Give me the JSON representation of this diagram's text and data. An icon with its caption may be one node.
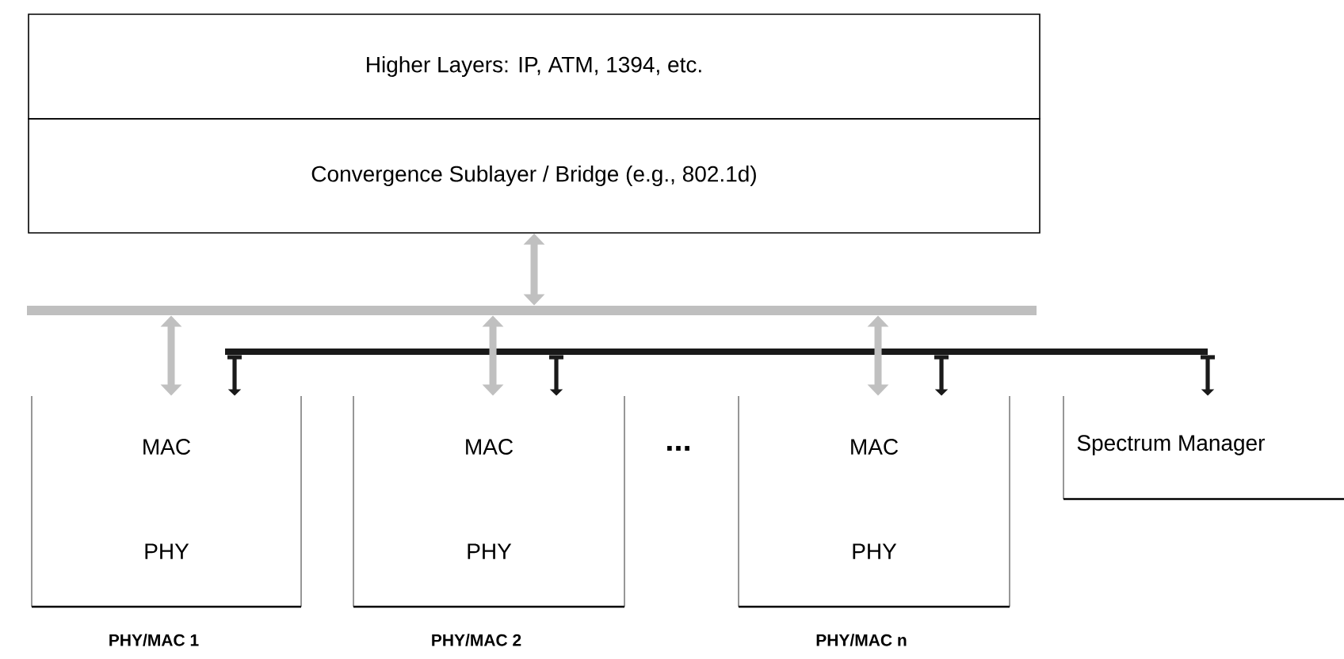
{
  "diagram": {
    "nodes": [
      {
        "text": [
          "Higher Layers: IP, ATM, 1394, etc."
        ]
      },
      {
        "text": [
          "Convergence Sublayer / Bridge (e.g., 802.1d)"
        ]
      },
      {
        "text": [],
        "shape": "bar"
      },
      {
        "text": [],
        "shape": "bar"
      },
      {
        "text": [
          "MAC",
          "PHY"
        ],
        "beside": [
          "PHY/MAC 1"
        ]
      },
      {
        "text": [
          "MAC",
          "PHY"
        ],
        "beside": [
          "PHY/MAC 2"
        ]
      },
      {
        "text": [
          "MAC",
          "PHY"
        ],
        "beside": [
          "PHY/MAC n"
        ]
      },
      {
        "text": [
          "Spectrum Manager"
        ]
      }
    ],
    "edges": [
      {
        "from": 1,
        "to": 2,
        "arrow": "both",
        "color": "#c0c0c0"
      },
      {
        "from": 2,
        "to": 4,
        "arrow": "both",
        "color": "#c0c0c0"
      },
      {
        "from": 2,
        "to": 5,
        "arrow": "both",
        "color": "#c0c0c0"
      },
      {
        "from": 2,
        "to": 6,
        "arrow": "both",
        "color": "#c0c0c0"
      },
      {
        "from": 3,
        "to": 4,
        "arrow": "to",
        "color": "#1a1a1a"
      },
      {
        "from": 3,
        "to": 5,
        "arrow": "to",
        "color": "#1a1a1a"
      },
      {
        "from": 3,
        "to": 6,
        "arrow": "to",
        "color": "#1a1a1a"
      },
      {
        "from": 3,
        "to": 7,
        "arrow": "to",
        "color": "#1a1a1a"
      }
    ],
    "labels": [
      "..."
    ]
  }
}
